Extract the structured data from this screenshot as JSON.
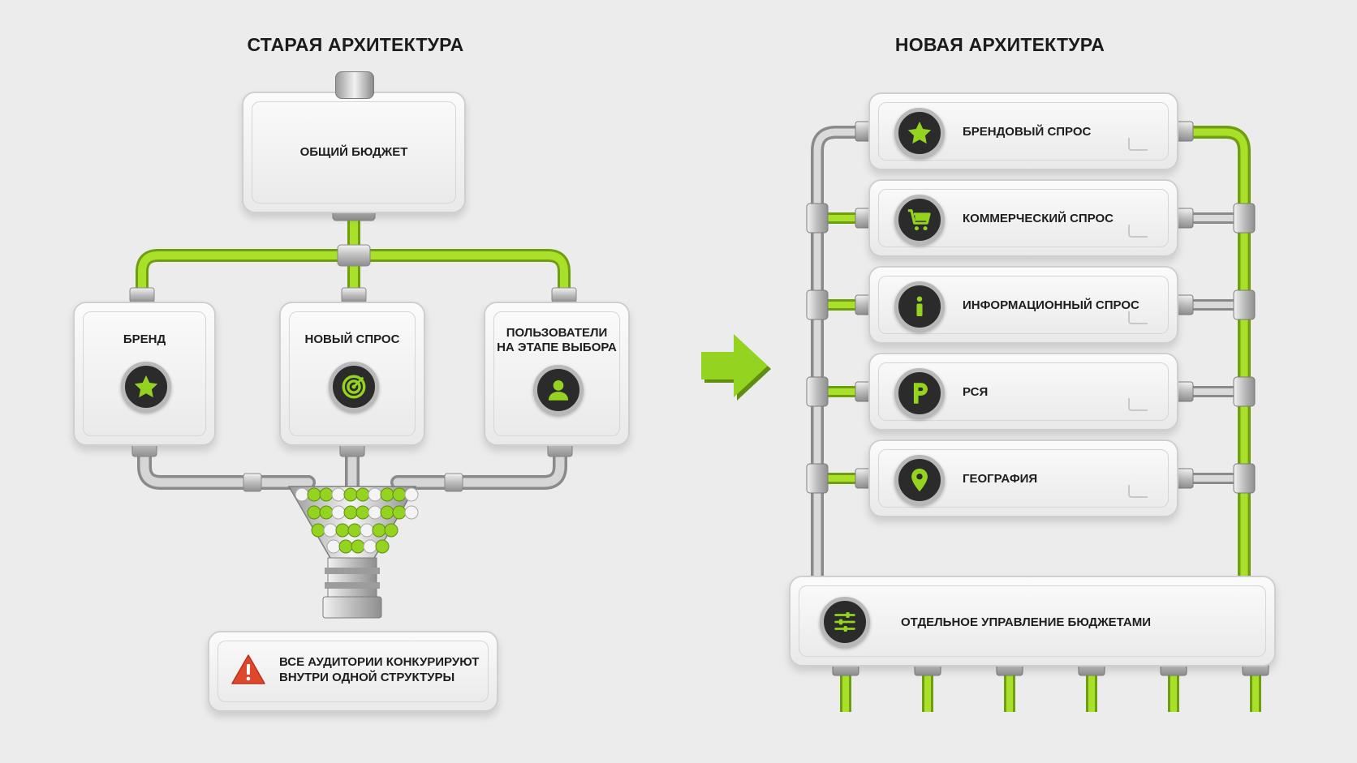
{
  "colors": {
    "accent": "#94d31f",
    "pipe": "#bdbdbd",
    "badge": "#2b2b2b",
    "warning": "#e0462c"
  },
  "old": {
    "title": "СТАРАЯ АРХИТЕКТУРА",
    "budget_label": "ОБЩИЙ БЮДЖЕТ",
    "nodes": [
      {
        "label_line1": "БРЕНД",
        "label_line2": "",
        "icon": "star-icon"
      },
      {
        "label_line1": "НОВЫЙ СПРОС",
        "label_line2": "",
        "icon": "target-icon"
      },
      {
        "label_line1": "ПОЛЬЗОВАТЕЛИ",
        "label_line2": "НА ЭТАПЕ ВЫБОРА",
        "icon": "user-icon"
      }
    ],
    "result_line1": "ВСЕ АУДИТОРИИ КОНКУРИРУЮТ",
    "result_line2": "ВНУТРИ ОДНОЙ СТРУКТУРЫ",
    "result_icon": "warning-icon"
  },
  "transition_icon": "arrow-right-icon",
  "new": {
    "title": "НОВАЯ АРХИТЕКТУРА",
    "modules": [
      {
        "label": "БРЕНДОВЫЙ СПРОС",
        "icon": "star-icon"
      },
      {
        "label": "КОММЕРЧЕСКИЙ СПРОС",
        "icon": "cart-icon"
      },
      {
        "label": "ИНФОРМАЦИОННЫЙ СПРОС",
        "icon": "info-icon"
      },
      {
        "label": "РСЯ",
        "icon": "p-icon"
      },
      {
        "label": "ГЕОГРАФИЯ",
        "icon": "location-pin-icon"
      }
    ],
    "control_label": "ОТДЕЛЬНОЕ УПРАВЛЕНИЕ БЮДЖЕТАМИ",
    "control_icon": "sliders-icon"
  }
}
